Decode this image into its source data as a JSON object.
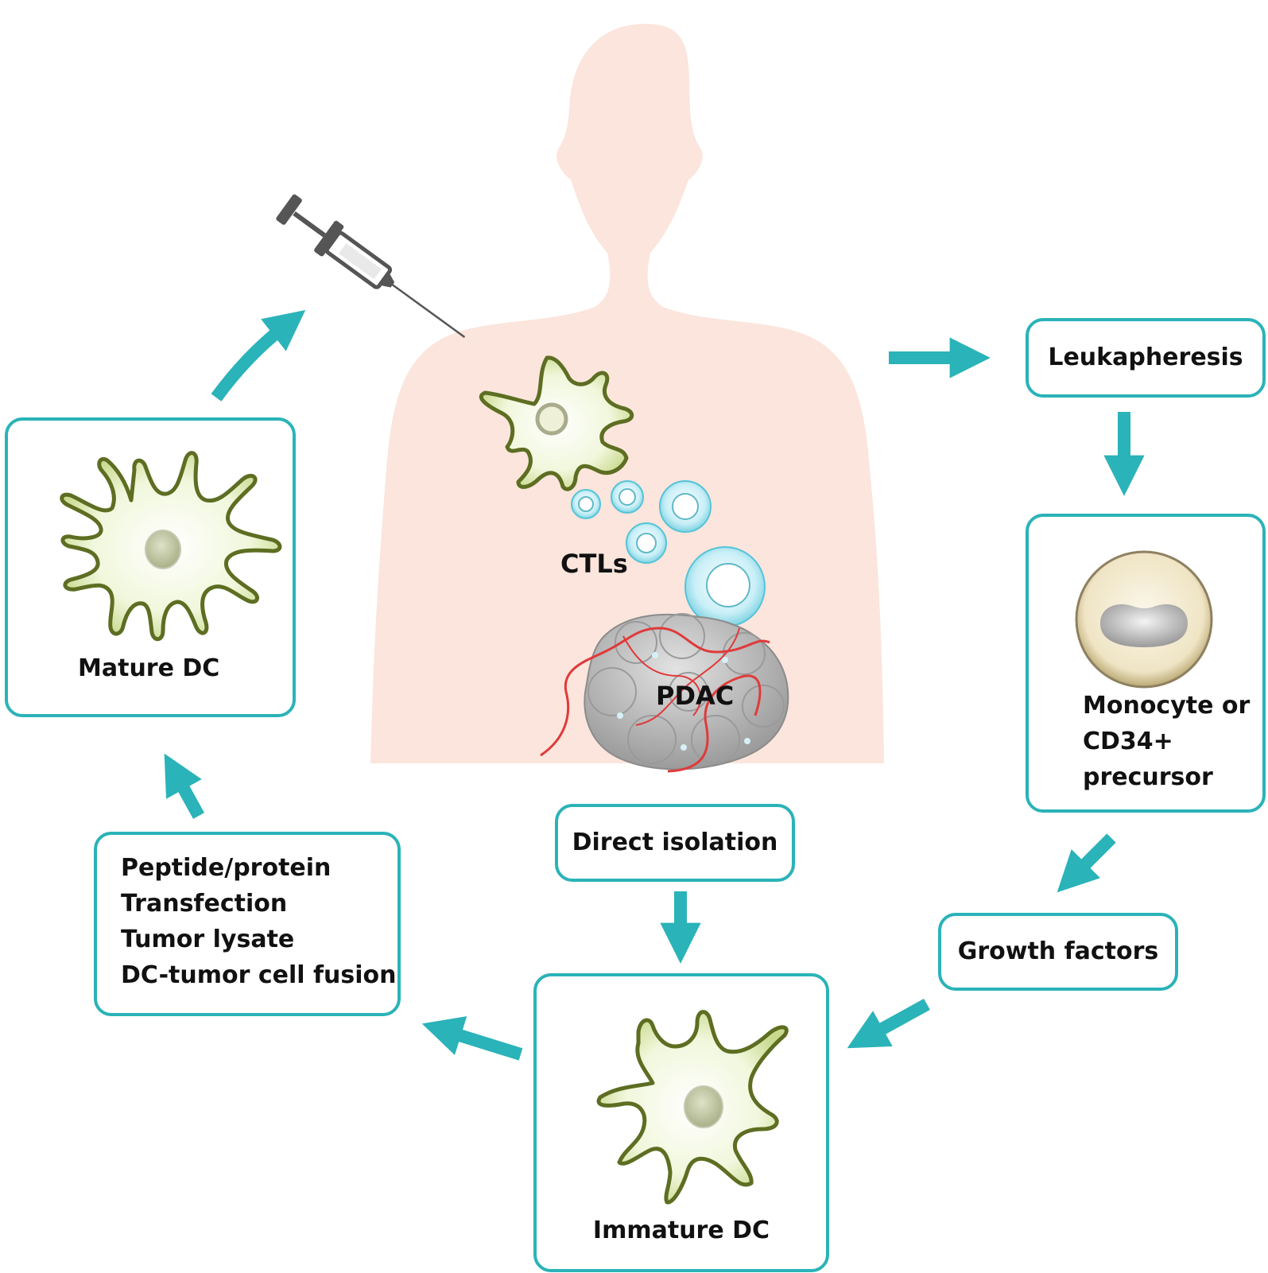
{
  "colors": {
    "accent": "#2ab3b8",
    "skin": "#fbe5dc",
    "dc_fill": "#eef5d6",
    "dc_outline": "#5d6e22",
    "nucleus": "#c3c8a6",
    "ctl_fill": "#bde9f2",
    "tumor": "#bcbcbc",
    "vessel": "#e03a3a",
    "syringe": "#555555"
  },
  "body": {
    "ctls_label": "CTLs",
    "tumor_label": "PDAC"
  },
  "steps": {
    "leukapheresis": "Leukapheresis",
    "precursor": [
      "Monocyte or",
      "CD34+",
      "precursor"
    ],
    "growth_factors": "Growth factors",
    "immature_dc": "Immature DC",
    "direct_isolation": "Direct isolation",
    "loading": [
      "Peptide/protein",
      "Transfection",
      "Tumor lysate",
      "DC-tumor cell fusion"
    ],
    "mature_dc": "Mature DC"
  },
  "icons": [
    "syringe-icon",
    "dendritic-cell-icon",
    "monocyte-icon",
    "ctl-icon",
    "tumor-icon",
    "arrow-icon"
  ]
}
